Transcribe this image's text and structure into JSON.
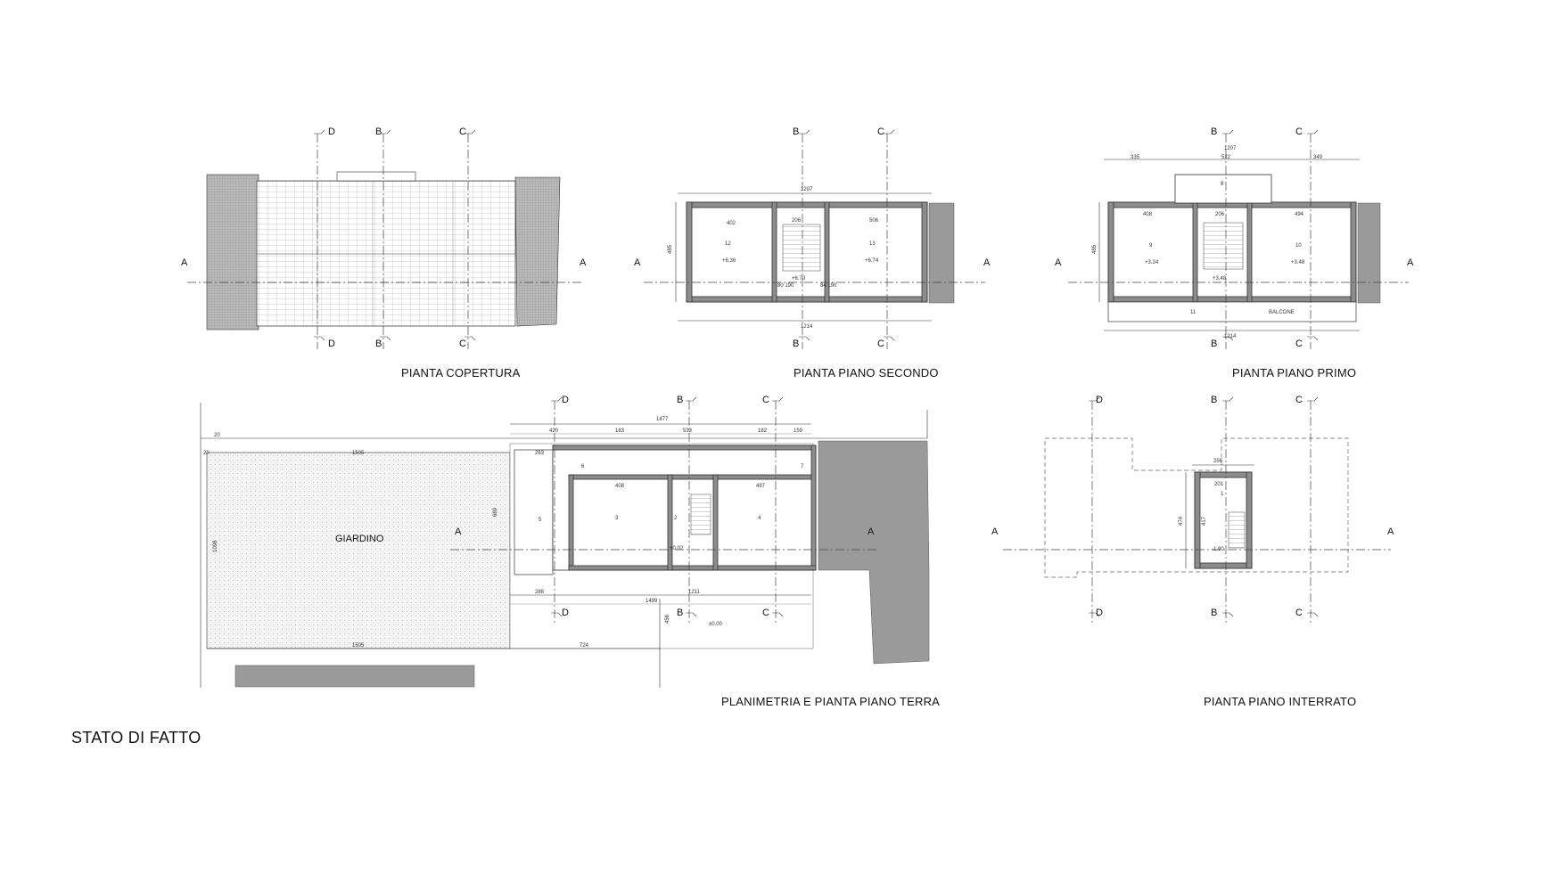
{
  "sheet": {
    "title": "STATO DI FATTO"
  },
  "captions": {
    "roof": "PIANTA COPERTURA",
    "second": "PIANTA PIANO SECONDO",
    "first": "PIANTA PIANO PRIMO",
    "ground": "PLANIMETRIA E PIANTA PIANO TERRA",
    "basement": "PIANTA PIANO INTERRATO"
  },
  "section_marks": {
    "a": "A",
    "b": "B",
    "c": "C",
    "d": "D"
  },
  "second_floor": {
    "overall_top": "1207",
    "overall_bottom": "1214",
    "height": "485",
    "room_left_width": "402",
    "room_right_width": "506",
    "stair_width": "206",
    "room_left_no": "12",
    "room_left_level": "+6.36",
    "room_right_no": "13",
    "room_right_level": "+6.74",
    "stair_level": "+6.70",
    "door_left": "80 190",
    "door_right": "84 190"
  },
  "first_floor": {
    "overall_top": "1207",
    "overall_bottom": "1214",
    "height": "485",
    "seg_left": "335",
    "seg_mid": "522",
    "seg_right": "349",
    "room_left_width": "408",
    "room_right_width": "494",
    "stair_width": "206",
    "room_left_no": "9",
    "room_left_level": "+3.24",
    "room_right_no": "10",
    "room_right_level": "+3.48",
    "stair_level": "+3.48",
    "landing_no": "8",
    "balcony_no": "11",
    "balcony_label": "BALCONE"
  },
  "ground_floor": {
    "overall_top": "1477",
    "overall_bottom": "1211",
    "seg_left": "420",
    "seg_a": "183",
    "seg_mid": "533",
    "seg_b": "182",
    "seg_right": "159",
    "garden_label": "GIARDINO",
    "garden_width": "1505",
    "garden_depth": "1098",
    "garden_bottom_right": "724",
    "plot_offset": "20",
    "portico_width": "263",
    "portico_depth": "669",
    "room_left_width": "408",
    "room_right_width": "497",
    "room_left_no": "3",
    "room_right_no": "4",
    "hall_no": "2",
    "store_no": "6",
    "wc_no": "7",
    "portico_no": "5",
    "hall_level": "+0.02",
    "site_level": "±0.00",
    "bottom_left": "288",
    "bottom_total": "1499",
    "side_depth": "456"
  },
  "basement": {
    "top_width": "256",
    "inner_width": "201",
    "depth": "474",
    "inner_depth": "417",
    "room_no": "1",
    "level": "-1.90"
  }
}
